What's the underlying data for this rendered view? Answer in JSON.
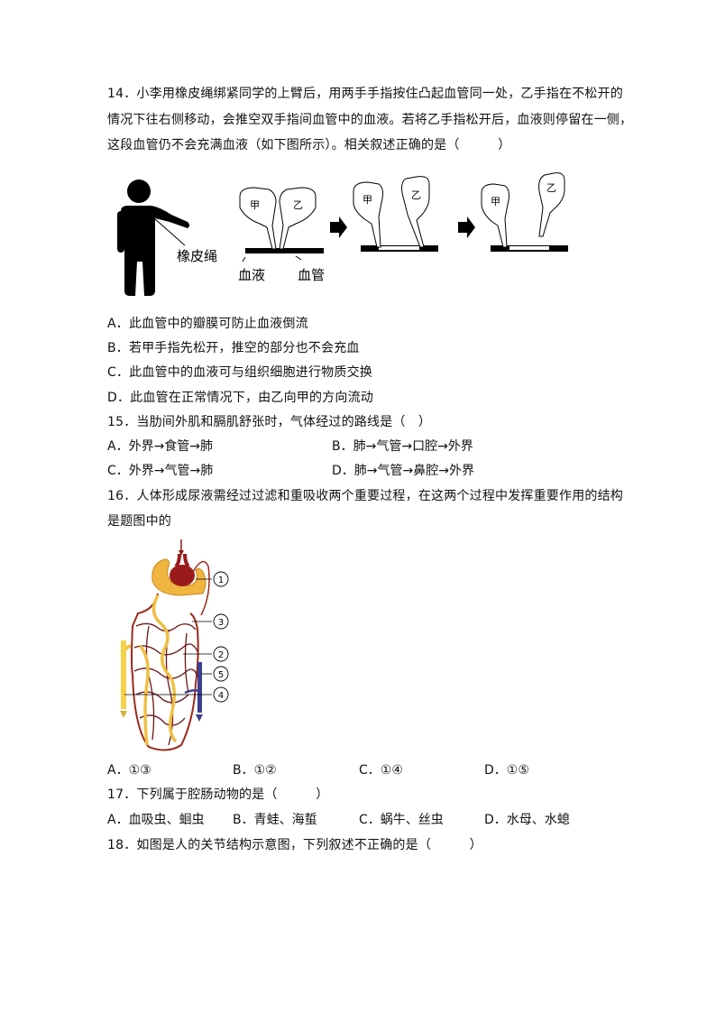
{
  "q14": {
    "stem_lines": [
      "14．小李用橡皮绳绑紧同学的上臂后，用两手手指按住凸起血管同一处，乙手指在不松开的",
      "情况下往右侧移动，会推空双手指间血管中的血液。若将乙手指松开后，血液则停留在一侧，",
      "这段血管仍不会充满血液（如下图所示）。相关叙述正确的是（　　　）"
    ],
    "figure": {
      "label_rubber": "橡皮绳",
      "label_blood": "血液",
      "label_vessel": "血管",
      "finger_a": "甲",
      "finger_b": "乙"
    },
    "options": [
      "A．此血管中的瓣膜可防止血液倒流",
      "B．若甲手指先松开，推空的部分也不会充血",
      "C．此血管中的血液可与组织细胞进行物质交换",
      "D．此血管在正常情况下，由乙向甲的方向流动"
    ]
  },
  "q15": {
    "stem": "15．当肋间外肌和膈肌舒张时，气体经过的路线是（　）",
    "options": [
      "A．外界→食管→肺",
      "B．肺→气管→口腔→外界",
      "C．外界→气管→肺",
      "D．肺→气管→鼻腔→外界"
    ]
  },
  "q16": {
    "stem_lines": [
      "16．人体形成尿液需经过过滤和重吸收两个重要过程，在这两个过程中发挥重要作用的结构",
      "是题图中的"
    ],
    "figure_labels": [
      "①",
      "③",
      "②",
      "⑤",
      "④"
    ],
    "options": [
      "A．①③",
      "B．①②",
      "C．①④",
      "D．①⑤"
    ]
  },
  "q17": {
    "stem": "17．下列属于腔肠动物的是（　　　）",
    "options": [
      "A．血吸虫、蛔虫",
      "B．青蛙、海蜇",
      "C．蜗牛、丝虫",
      "D．水母、水螅"
    ]
  },
  "q18": {
    "stem": "18．如图是人的关节结构示意图，下列叙述不正确的是（　　　）"
  }
}
